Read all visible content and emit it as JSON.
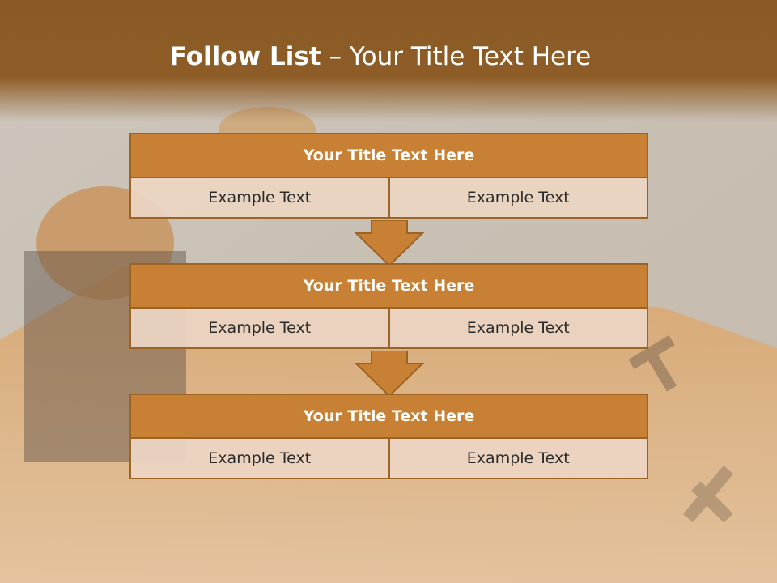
{
  "slide": {
    "title_bold": "Follow List",
    "title_rest": " – Your Title Text Here"
  },
  "blocks": [
    {
      "title": "Your Title Text Here",
      "left": "Example Text",
      "right": "Example Text"
    },
    {
      "title": "Your Title Text Here",
      "left": "Example Text",
      "right": "Example Text"
    },
    {
      "title": "Your Title Text Here",
      "left": "Example Text",
      "right": "Example Text"
    }
  ],
  "colors": {
    "header": "#8e5d27",
    "block_title_fill": "#c88134",
    "block_border": "#9c6424",
    "cell_fill": "#ecd5c3"
  }
}
